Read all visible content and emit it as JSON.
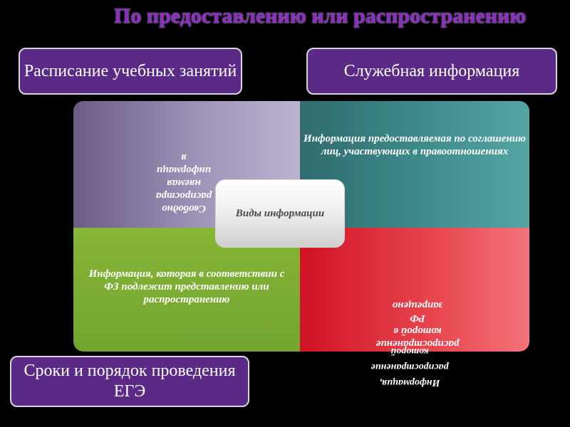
{
  "title": "По предоставлению или распространению",
  "callouts": {
    "schedule": "Расписание учебных занятий",
    "service": "Служебная информация",
    "ege": "Сроки и порядок проведения ЕГЭ"
  },
  "center": "Виды информации",
  "quadrants": {
    "free": "Свободно\nраспростра\nняемая\nинформаци\nя",
    "agreement": "Информация предоставляемая по соглашению лиц, участвующих в правоотношениях",
    "mandatory": "Информация, которая в соответствии с ФЗ подлежит представлению или распространению",
    "banned": "Информация,\nраспространение\nкоторой в\nРФ\nзапрещено"
  },
  "banned_overflow": "Информация,\nраспространение\nкоторой",
  "colors": {
    "background": "#000000",
    "title": "#8a2fc0",
    "callout": "#5a2a86",
    "free": "#9f93b8",
    "agreement": "#3f8c8c",
    "mandatory": "#86b636",
    "banned": "#e0313d"
  }
}
